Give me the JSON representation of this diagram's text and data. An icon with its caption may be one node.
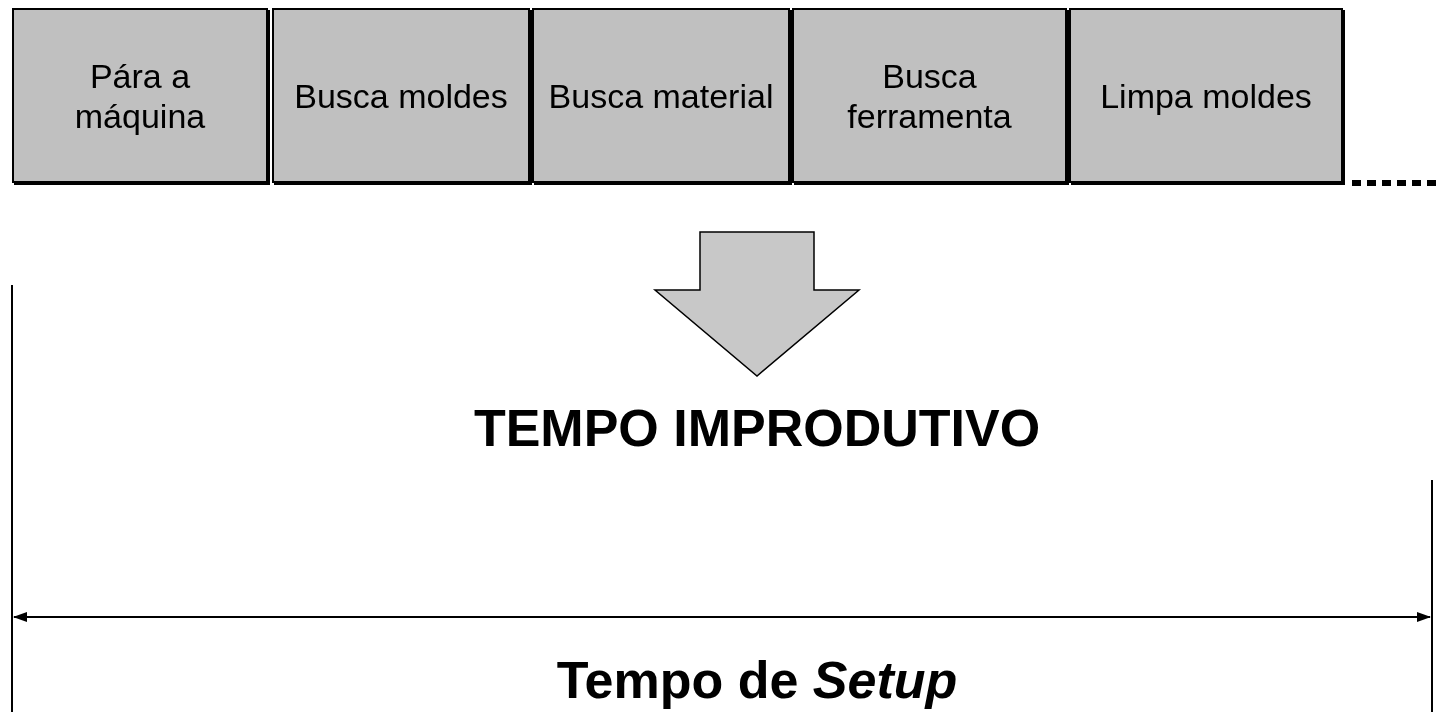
{
  "diagram": {
    "nodes": [
      {
        "text": [
          "Pára a máquina"
        ]
      },
      {
        "text": [
          "Busca moldes"
        ]
      },
      {
        "text": [
          "Busca material"
        ]
      },
      {
        "text": [
          "Busca ferramenta"
        ]
      },
      {
        "text": [
          "Limpa moldes"
        ]
      },
      {
        "text": [
          "TEMPO IMPRODUTIVO"
        ]
      }
    ],
    "edges": [
      {
        "from": null,
        "to": 5,
        "arrow": "to"
      }
    ],
    "labels": [
      "Tempo de *Setup*"
    ]
  }
}
